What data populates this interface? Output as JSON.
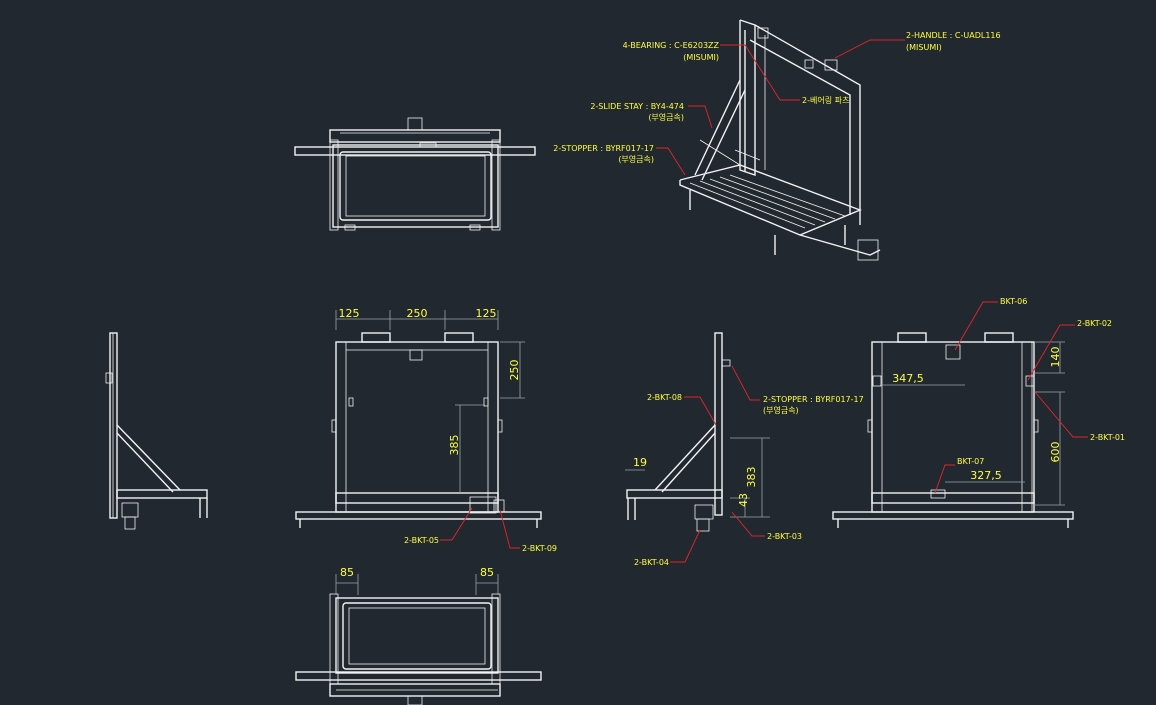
{
  "callouts": {
    "bearing": "4-BEARING : C-E6203ZZ",
    "bearing_maker": "(MISUMI)",
    "bearing_cover": "2-베어링 파츠",
    "handle": "2-HANDLE : C-UADL116",
    "handle_maker": "(MISUMI)",
    "slide_stay": "2-SLIDE STAY : BY4-474",
    "slide_stay_maker": "(부영금속)",
    "stopper": "2-STOPPER : BYRF017-17",
    "stopper_maker": "(부영금속)",
    "stopper2": "2-STOPPER : BYRF017-17",
    "stopper2_maker": "(부영금속)",
    "bkt05": "2-BKT-05",
    "bkt09": "2-BKT-09",
    "bkt08": "2-BKT-08",
    "bkt04": "2-BKT-04",
    "bkt03": "2-BKT-03",
    "bkt06": "BKT-06",
    "bkt02": "2-BKT-02",
    "bkt01": "2-BKT-01",
    "bkt07": "BKT-07"
  },
  "dims": {
    "front_125_left": "125",
    "front_250": "250",
    "front_125_right": "125",
    "front_250_v": "250",
    "front_385": "385",
    "side_19": "19",
    "side_383": "383",
    "side_43": "43",
    "rear_347_5": "347,5",
    "rear_140": "140",
    "rear_600": "600",
    "rear_327_5": "327,5",
    "bottom_85_left": "85",
    "bottom_85_right": "85"
  },
  "colors": {
    "background": "#212830",
    "geometry": "#f2f2f2",
    "leader": "#e0262a",
    "text": "#ffff3d"
  }
}
